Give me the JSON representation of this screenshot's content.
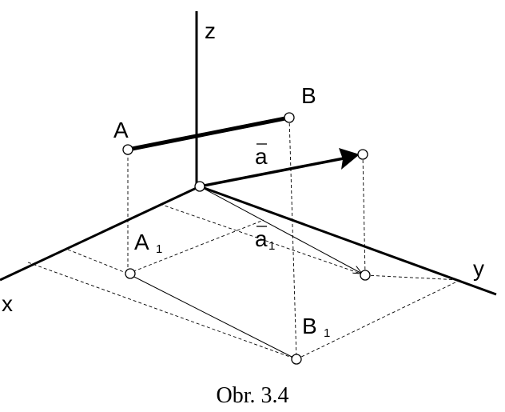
{
  "axes": {
    "x": "x",
    "y": "y",
    "z": "z"
  },
  "points": {
    "A": "A",
    "B": "B",
    "A1": {
      "base": "A",
      "sub": "1"
    },
    "B1": {
      "base": "B",
      "sub": "1"
    }
  },
  "vectors": {
    "a": "a",
    "a1": {
      "base": "a",
      "sub": "1"
    }
  },
  "caption": "Obr. 3.4"
}
